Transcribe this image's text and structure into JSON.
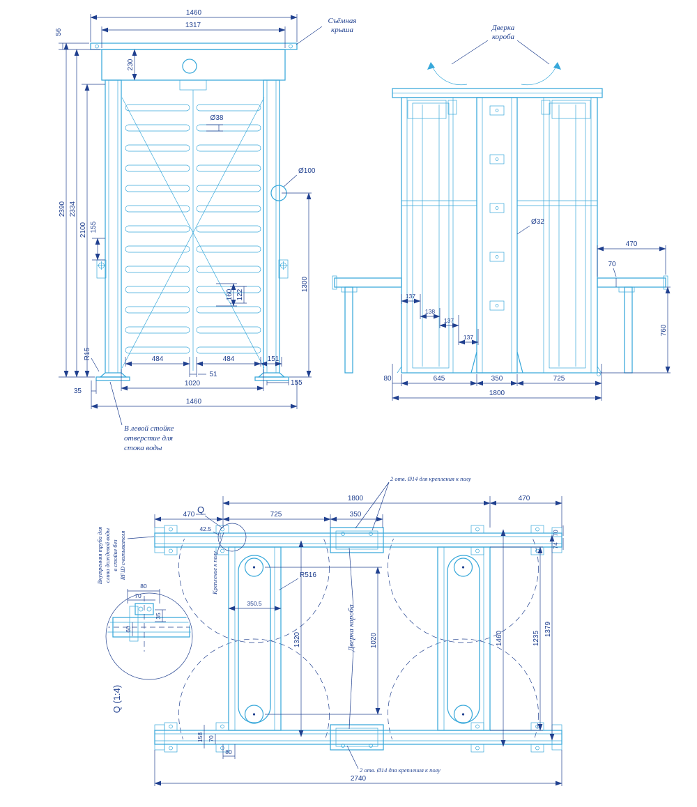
{
  "colors": {
    "part_line": "#38a8da",
    "dim_line": "#20408f",
    "background": "#ffffff"
  },
  "front_view": {
    "dims": {
      "overall_width_top": "1460",
      "inner_width": "1317",
      "roof_gap": "56",
      "roof_height": "230",
      "overall_height": "2390",
      "body_height": "2334",
      "passage_height": "2100",
      "lock_offset": "155",
      "bar_diameter": "Ø38",
      "drain_hole": "Ø100",
      "lower_zone": "1300",
      "spacing_160": "160",
      "spacing_122": "122",
      "bar_left": "484",
      "bar_right": "484",
      "center_gap": "51",
      "post_width": "151",
      "passage_width": "1020",
      "foot_width": "155",
      "base_offset": "35",
      "overall_width_bottom": "1460",
      "foot_radius": "R15"
    },
    "notes": {
      "roof_1": "Съёмная",
      "roof_2": "крыша",
      "drain_1": "В левой стойке",
      "drain_2": "отверстие для",
      "drain_3": "стока воды"
    }
  },
  "side_view": {
    "dims": {
      "wing_length": "470",
      "wing_height": "70",
      "wing_leg_height": "760",
      "hinge_dia": "Ø32",
      "step_1": "137",
      "step_2": "138",
      "step_3": "137",
      "step_4": "137",
      "seg_80": "80",
      "seg_645": "645",
      "seg_350": "350",
      "seg_725": "725",
      "overall_width": "1800"
    },
    "notes": {
      "door_1": "Дверка",
      "door_2": "короба"
    }
  },
  "plan_view": {
    "dims": {
      "frame_width": "1800",
      "wing_right": "470",
      "wing_left": "470",
      "left_column_span": "725",
      "center_box": "350",
      "plate_offset": "42.5",
      "detail_mark": "Q",
      "sweep_radius": "R516",
      "column_width": "350.5",
      "span_1320": "1320",
      "hub_distance": "1020",
      "rail_span_1460": "1460",
      "inner_span_1235": "1235",
      "outer_span_1379": "1379",
      "overall_length": "2740",
      "end_80": "80",
      "end_158": "158",
      "end_70": "70",
      "tab_70": "70",
      "tab_74": "74"
    },
    "notes": {
      "holes_top": "2 отв. Ø14 для крепления к полу",
      "holes_bottom": "2 отв. Ø14 для крепления к полу",
      "floor_mount": "Крепление к полу",
      "box_door": "Дверка короба",
      "pipe_1": "Внутренняя труба для",
      "pipe_2": "слива дождевой воды",
      "pipe_3": "в стойке без",
      "pipe_4": "RFID считывателя"
    }
  },
  "detail_view": {
    "dims": {
      "d80": "80",
      "d70": "70",
      "d35": "35",
      "d60": "60"
    },
    "label": "Q (1:4)"
  }
}
